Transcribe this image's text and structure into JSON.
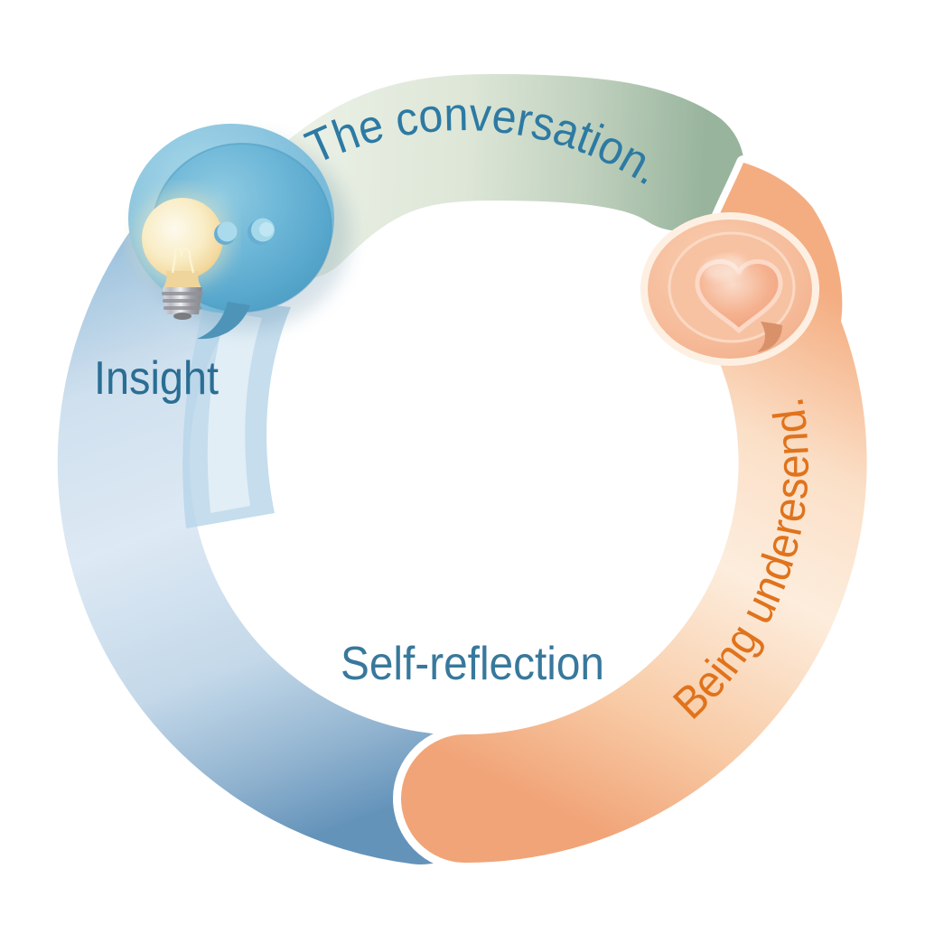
{
  "page": {
    "background_color": "#ffffff",
    "description": "Circular four-stage cycle diagram made of soft gradient arc segments with a lightbulb speech bubble and a heart speech bubble"
  },
  "cycle": {
    "stages": [
      {
        "id": "conversation",
        "label": "The conversation.",
        "position": "top-arc",
        "band_color": "#9db9a1",
        "label_color": "#2d7aa3"
      },
      {
        "id": "being-understood",
        "label": "Being underesend.",
        "position": "right-arc",
        "band_color": "#f5ab7f",
        "label_color": "#e0731c"
      },
      {
        "id": "self-reflection",
        "label": "Self-reflection",
        "position": "bottom-center",
        "band_color": "#a9c9e1",
        "label_color": "#38789c"
      },
      {
        "id": "insight",
        "label": "Insight",
        "position": "left",
        "band_color": "#66b4d5",
        "label_color": "#2a6e94"
      }
    ],
    "icons": [
      {
        "name": "lightbulb-speech-bubble-icon",
        "bubble_color": "#5fadd2",
        "bulb_color": "#f7e8bd",
        "detail": "two chat dots"
      },
      {
        "name": "heart-speech-bubble-icon",
        "bubble_color": "#f6c0a0",
        "heart_color": "#f2a57f"
      }
    ]
  }
}
